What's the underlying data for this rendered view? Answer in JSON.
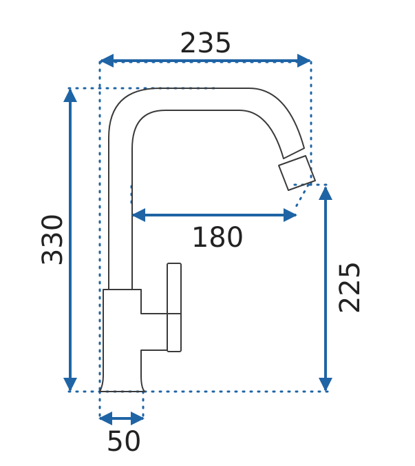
{
  "colors": {
    "dimension": "#1f64a5",
    "outline": "#3a3a3a",
    "label": "#222222",
    "background": "#ffffff"
  },
  "dimensions": {
    "total_width": "235",
    "spout_reach": "180",
    "total_height": "330",
    "spout_height": "225",
    "base_width": "50"
  }
}
